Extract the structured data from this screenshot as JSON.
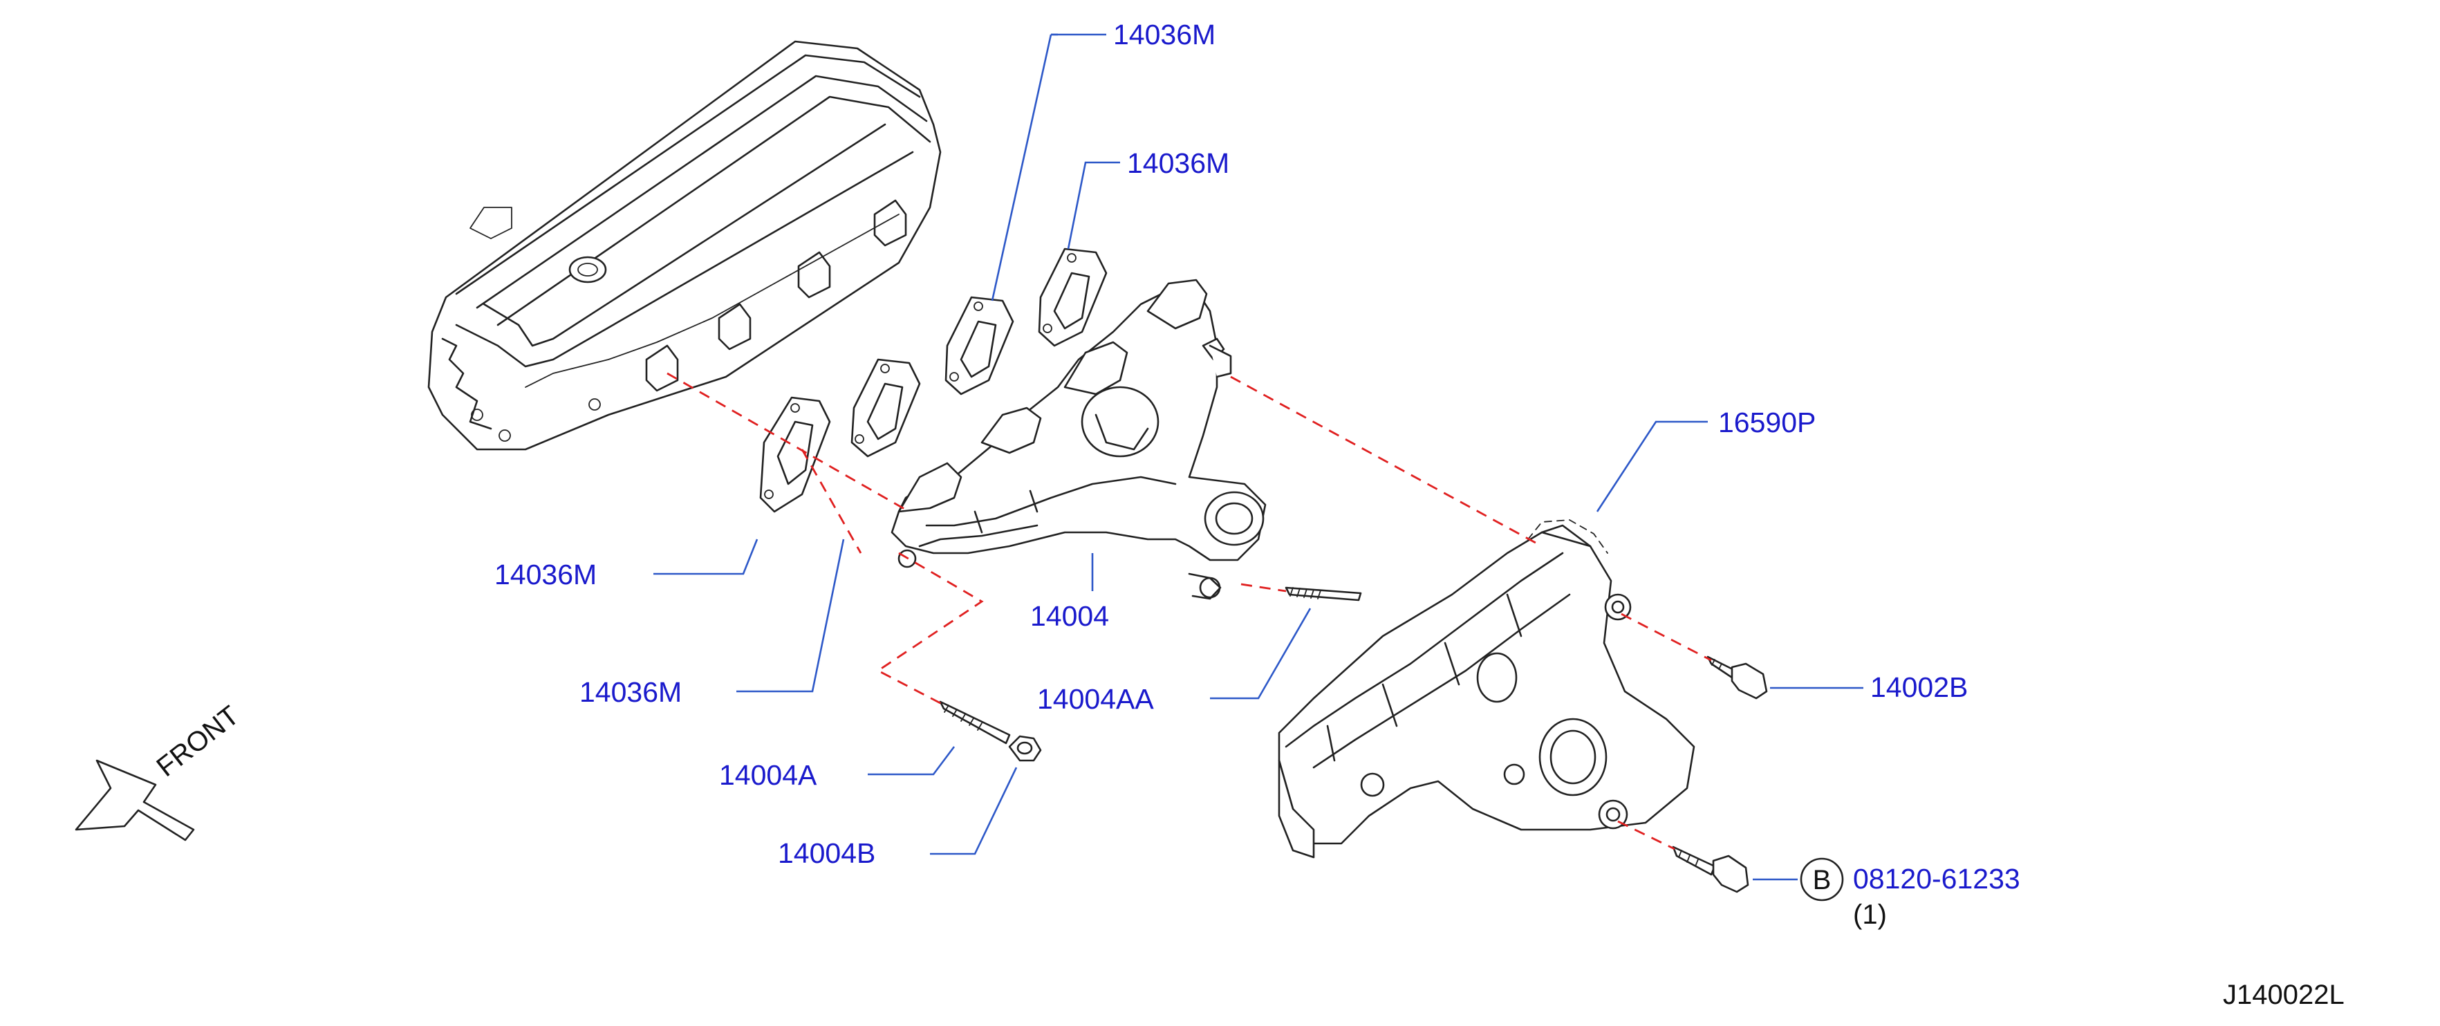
{
  "diagram_id": "J140022L",
  "front_indicator": {
    "label": "FRONT"
  },
  "callouts": [
    {
      "id": "gasket-top-1",
      "label": "14036M"
    },
    {
      "id": "gasket-top-2",
      "label": "14036M"
    },
    {
      "id": "heat-insulator",
      "label": "16590P"
    },
    {
      "id": "gasket-left-1",
      "label": "14036M"
    },
    {
      "id": "exhaust-manifold",
      "label": "14004"
    },
    {
      "id": "gasket-left-2",
      "label": "14036M"
    },
    {
      "id": "stud-aa",
      "label": "14004AA"
    },
    {
      "id": "insulator-bolt",
      "label": "14002B"
    },
    {
      "id": "stud-a",
      "label": "14004A"
    },
    {
      "id": "nut-b",
      "label": "14004B"
    },
    {
      "id": "bolt-b",
      "label": "08120-61233",
      "circle_letter": "B",
      "quantity": "(1)"
    }
  ]
}
